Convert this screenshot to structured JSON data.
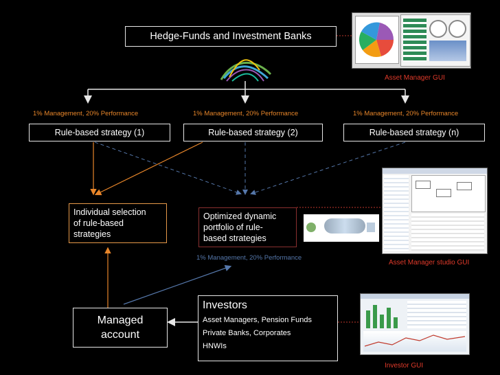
{
  "title": "Hedge-Funds and Investment Banks",
  "fees": {
    "label_1": "1% Management, 20% Performance",
    "label_2": "1% Management, 20% Performance",
    "label_n": "1% Management, 20% Performance",
    "label_portfolio": "1% Management, 20% Performance"
  },
  "strategies": [
    "Rule-based strategy (1)",
    "Rule-based strategy (2)",
    "Rule-based strategy (n)"
  ],
  "individual_selection": [
    "Individual selection",
    "of rule-based",
    "strategies"
  ],
  "optimized_portfolio": [
    "Optimized dynamic",
    "portfolio of rule-",
    "based strategies"
  ],
  "managed_account": [
    "Managed",
    "account"
  ],
  "investors": {
    "heading": "Investors",
    "lines": [
      "Asset Managers, Pension Funds",
      "Private Banks, Corporates",
      "HNWIs"
    ]
  },
  "gui_labels": {
    "asset_manager": "Asset Manager GUI",
    "studio": "Asset Manager studio GUI",
    "investor": "Investor GUI"
  },
  "colors": {
    "orange": "#e8862a",
    "blue_dashed": "#5577aa",
    "red_label": "#e03a2a"
  }
}
